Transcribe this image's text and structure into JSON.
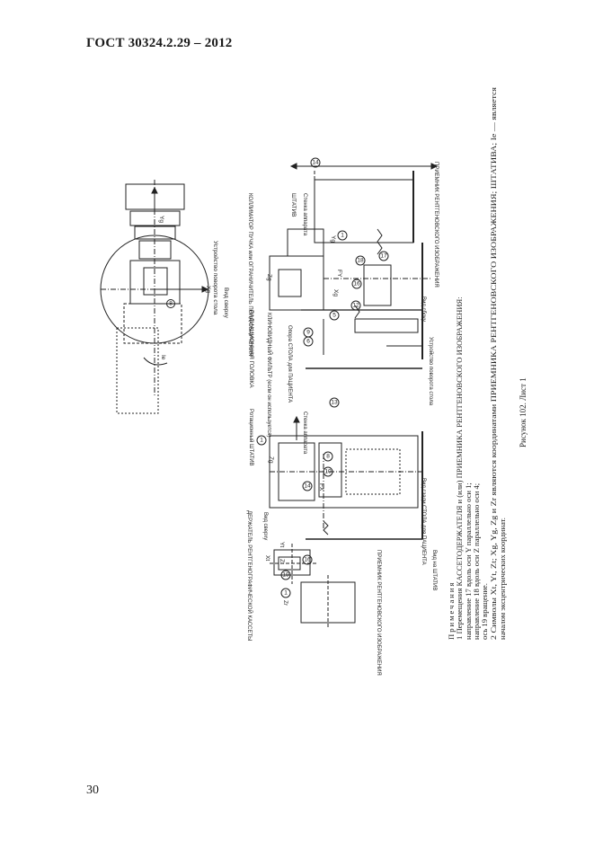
{
  "header": {
    "title": "ГОСТ 30324.2.29 – 2012"
  },
  "page_number": "30",
  "caption": "Рисунок 102. Лист 1",
  "notes": {
    "heading": "Примечания",
    "lines": [
      "1 Перемещения КАССЕТОДЕРЖАТЕЛЯ и (или) ПРИЕМНИКА РЕНТГЕНОВСКОГО ИЗОБРАЖЕНИЯ:",
      "направление 17 вдоль оси Y параллельно оси 1;",
      "направление 18 вдоль оси Z параллельно оси 4;",
      "ось 19 вращение.",
      "2 Символы Xt, Yt, Zt; Xg, Yg, Zg и Zr являются координатами ПРИЕМНИКА РЕНТГЕНОВСКОГО ИЗОБРАЖЕНИЯ; ШТАТИВА; Ie — является",
      "началом эксцентрических координат."
    ]
  },
  "labels": {
    "top_view": "Вид сверху",
    "table_rotation": "Устройство поворота стола",
    "tube_head": "РАДИАЦИОННАЯ ГОЛОВКА",
    "collimator": "КОЛЛИМАТОР ПУЧКА или ОГРАНИЧИТЕЛЬ ПОЛЯ ОБЛУЧЕНИЯ",
    "stand": "ШТАТИВ",
    "wall": "Стенка аппарата",
    "wedge_filter": "КЛИНОВИДНЫЙ ФИЛЬТР (если он используется)",
    "table_support": "Опора СТОЛА для ПАЦИЕНТА",
    "side_view": "Вид сбоку",
    "receptor": "ПРИЕМНИК РЕНТГЕНОВСКОГО ИЗОБРАЖЕНИЯ",
    "rotating_stand": "Ротационный ШТАТИВ",
    "view_from_rear": "Вид сзади СТОЛА для ПАЦИЕНТА",
    "cassette_holder": "ДЕРЖАТЕЛЬ РЕНТГЕНОГРАФИЧЕСКОЙ КАССЕТЫ",
    "receptor2": "ПРИЕМНИК РЕНТГЕНОВСКОГО ИЗОБРАЖЕНИЯ",
    "view_on_stand": "Вид на ШТАТИВ",
    "axis_yg": "Yg",
    "axis_xg": "Xg",
    "axis_zg": "Zg",
    "axis_yt": "Yt",
    "axis_xt": "Xt",
    "axis_zt": "Zt",
    "axis_ie": "Ie",
    "axis_fy": "FY",
    "axis_fx": "FX",
    "axis_zr": "Zr"
  },
  "markers": [
    "1",
    "4",
    "5",
    "6",
    "8",
    "9",
    "10",
    "11",
    "12",
    "13",
    "14",
    "16",
    "17",
    "18",
    "19"
  ]
}
